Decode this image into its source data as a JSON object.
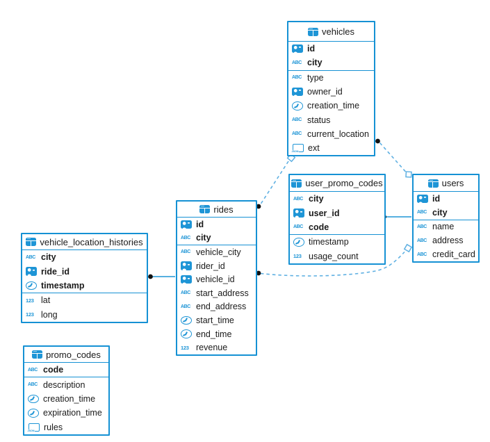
{
  "colors": {
    "primary_blue": "#1591d4",
    "icon_blue": "#1e95d6",
    "relation_light_blue": "#5fb0e2",
    "endpoint_dot": "#111111",
    "text": "#1a1a1a"
  },
  "diagram": {
    "tables": [
      {
        "title": "vehicles",
        "columns": [
          {
            "label": "id",
            "icon": "id-badge-icon",
            "pk": true
          },
          {
            "label": "city",
            "icon": "abc-text-icon",
            "pk": true
          },
          {
            "label": "type",
            "icon": "abc-text-icon",
            "pk": false
          },
          {
            "label": "owner_id",
            "icon": "id-badge-icon",
            "pk": false
          },
          {
            "label": "creation_time",
            "icon": "clock-icon",
            "pk": false
          },
          {
            "label": "status",
            "icon": "abc-text-icon",
            "pk": false
          },
          {
            "label": "current_location",
            "icon": "abc-text-icon",
            "pk": false
          },
          {
            "label": "ext",
            "icon": "json-icon",
            "pk": false
          }
        ]
      },
      {
        "title": "user_promo_codes",
        "columns": [
          {
            "label": "city",
            "icon": "abc-text-icon",
            "pk": true
          },
          {
            "label": "user_id",
            "icon": "id-badge-icon",
            "pk": true
          },
          {
            "label": "code",
            "icon": "abc-text-icon",
            "pk": true
          },
          {
            "label": "timestamp",
            "icon": "clock-icon",
            "pk": false
          },
          {
            "label": "usage_count",
            "icon": "number-123-icon",
            "pk": false
          }
        ]
      },
      {
        "title": "users",
        "columns": [
          {
            "label": "id",
            "icon": "id-badge-icon",
            "pk": true
          },
          {
            "label": "city",
            "icon": "abc-text-icon",
            "pk": true
          },
          {
            "label": "name",
            "icon": "abc-text-icon",
            "pk": false
          },
          {
            "label": "address",
            "icon": "abc-text-icon",
            "pk": false
          },
          {
            "label": "credit_card",
            "icon": "abc-text-icon",
            "pk": false
          }
        ]
      },
      {
        "title": "rides",
        "columns": [
          {
            "label": "id",
            "icon": "id-badge-icon",
            "pk": true
          },
          {
            "label": "city",
            "icon": "abc-text-icon",
            "pk": true
          },
          {
            "label": "vehicle_city",
            "icon": "abc-text-icon",
            "pk": false
          },
          {
            "label": "rider_id",
            "icon": "id-badge-icon",
            "pk": false
          },
          {
            "label": "vehicle_id",
            "icon": "id-badge-icon",
            "pk": false
          },
          {
            "label": "start_address",
            "icon": "abc-text-icon",
            "pk": false
          },
          {
            "label": "end_address",
            "icon": "abc-text-icon",
            "pk": false
          },
          {
            "label": "start_time",
            "icon": "clock-icon",
            "pk": false
          },
          {
            "label": "end_time",
            "icon": "clock-icon",
            "pk": false
          },
          {
            "label": "revenue",
            "icon": "number-123-icon",
            "pk": false
          }
        ]
      },
      {
        "title": "vehicle_location_histories",
        "columns": [
          {
            "label": "city",
            "icon": "abc-text-icon",
            "pk": true
          },
          {
            "label": "ride_id",
            "icon": "id-badge-icon",
            "pk": true
          },
          {
            "label": "timestamp",
            "icon": "clock-icon",
            "pk": true
          },
          {
            "label": "lat",
            "icon": "number-123-icon",
            "pk": false
          },
          {
            "label": "long",
            "icon": "number-123-icon",
            "pk": false
          }
        ]
      },
      {
        "title": "promo_codes",
        "columns": [
          {
            "label": "code",
            "icon": "abc-text-icon",
            "pk": true
          },
          {
            "label": "description",
            "icon": "abc-text-icon",
            "pk": false
          },
          {
            "label": "creation_time",
            "icon": "clock-icon",
            "pk": false
          },
          {
            "label": "expiration_time",
            "icon": "clock-icon",
            "pk": false
          },
          {
            "label": "rules",
            "icon": "json-icon",
            "pk": false
          }
        ]
      }
    ],
    "relations": [
      {
        "from": "vehicles",
        "to": "rides",
        "style": "dashed",
        "from_marker": "open-diamond",
        "to_marker": "dot"
      },
      {
        "from": "vehicles",
        "to": "users",
        "style": "dashed",
        "from_marker": "dot",
        "to_marker": "open-diamond"
      },
      {
        "from": "user_promo_codes",
        "to": "users",
        "style": "solid",
        "from_marker": "dot",
        "to_marker": "none"
      },
      {
        "from": "vehicle_location_histories",
        "to": "rides",
        "style": "solid",
        "from_marker": "dot",
        "to_marker": "none"
      },
      {
        "from": "rides",
        "to": "users",
        "style": "dashed",
        "from_marker": "dot",
        "to_marker": "open-diamond"
      }
    ]
  }
}
